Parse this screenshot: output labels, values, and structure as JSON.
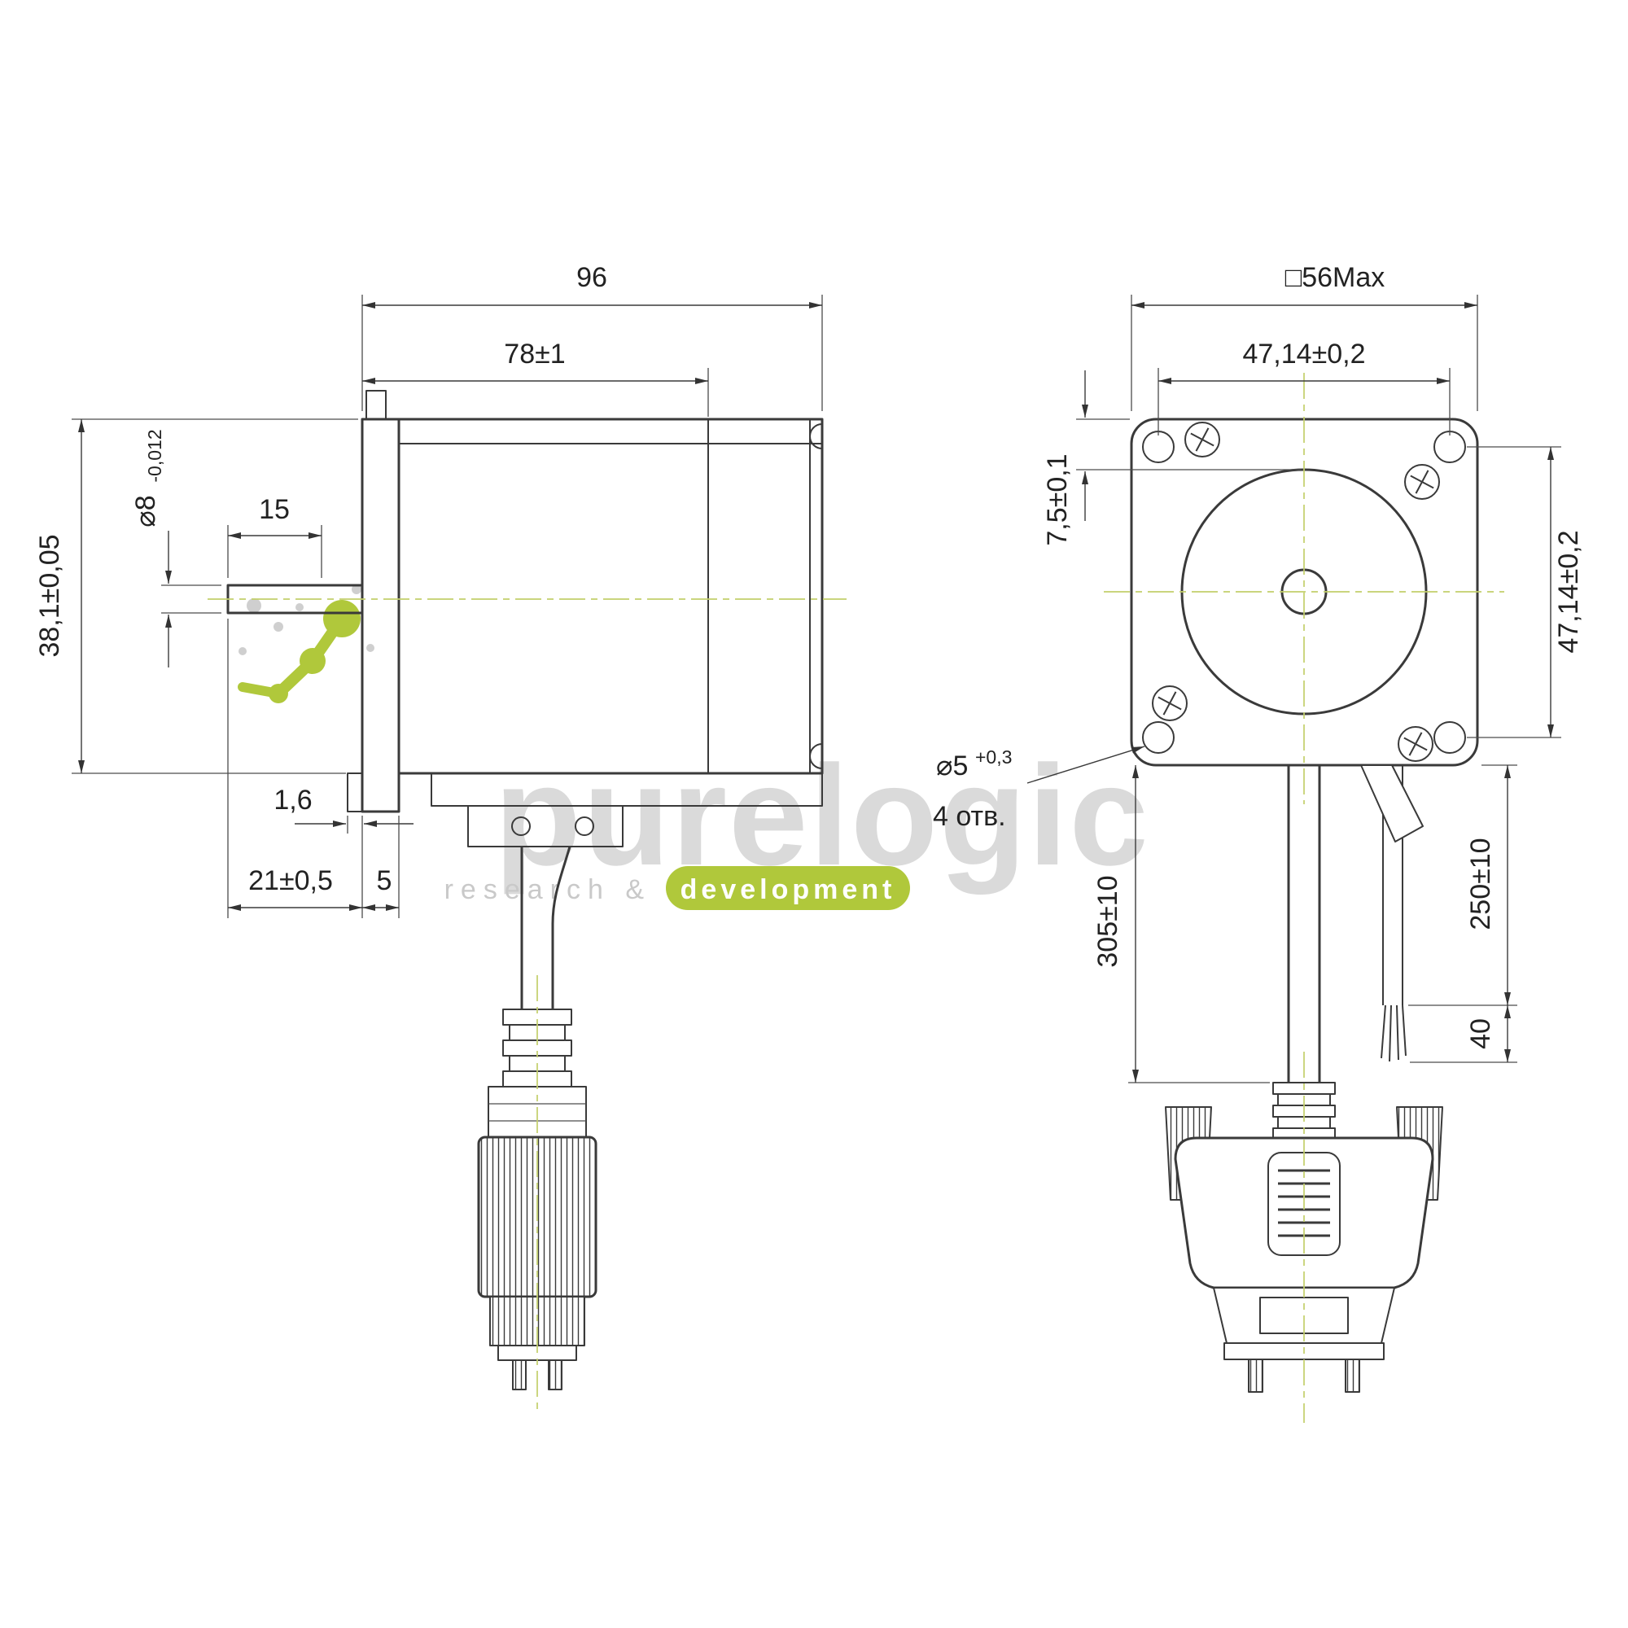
{
  "colors": {
    "line": "#3a3a3a",
    "centerline": "#c3cf6b",
    "accent_green": "#b0c83b",
    "watermark_gray": "#dadada"
  },
  "watermark": {
    "brand": "purelogic",
    "tagline_left": "research &",
    "tagline_right": "development"
  },
  "side_view": {
    "length_overall": "96",
    "length_body": "78±1",
    "shaft_flat_length": "15",
    "shaft_diameter": "⌀8",
    "shaft_diameter_tolerance": "-0,012",
    "mount_height": "38,1±0,05",
    "flange_step": "1,6",
    "shaft_length": "21±0,5",
    "flange_thickness": "5"
  },
  "front_view": {
    "square_size": "□56Max",
    "hole_span_horizontal": "47,14±0,2",
    "hole_offset": "7,5±0,1",
    "hole_span_vertical": "47,14±0,2",
    "hole_diameter": "⌀5",
    "hole_diameter_tolerance": "+0,3",
    "hole_count": "4 отв.",
    "cable_length": "305±10",
    "lead_length": "250±10",
    "strip_length": "40"
  }
}
